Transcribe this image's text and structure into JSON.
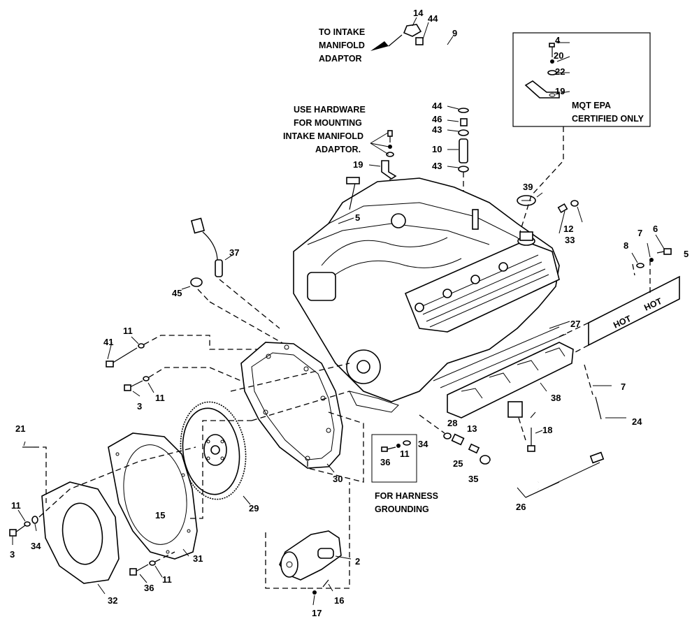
{
  "notes": {
    "intake_1": "TO INTAKE",
    "intake_2": "MANIFOLD",
    "intake_3": "ADAPTOR",
    "hw_1": "USE HARDWARE",
    "hw_2": "FOR MOUNTING",
    "hw_3": "INTAKE MANIFOLD",
    "hw_4": "ADAPTOR.",
    "mqt_1": "MQT EPA",
    "mqt_2": "CERTIFIED ONLY",
    "harness_1": "FOR HARNESS",
    "harness_2": "GROUNDING",
    "hot_1": "HOT",
    "hot_2": "HOT"
  },
  "callouts": [
    "14",
    "44",
    "9",
    "4",
    "20",
    "22",
    "19",
    "44",
    "46",
    "43",
    "10",
    "43",
    "19",
    "39",
    "12",
    "5",
    "33",
    "6",
    "7",
    "8",
    "5",
    "37",
    "45",
    "27",
    "41",
    "11",
    "3",
    "11",
    "7",
    "38",
    "21",
    "24",
    "28",
    "13",
    "34",
    "36",
    "11",
    "25",
    "35",
    "18",
    "30",
    "29",
    "15",
    "11",
    "34",
    "3",
    "31",
    "26",
    "2",
    "36",
    "11",
    "16",
    "17",
    "32"
  ]
}
